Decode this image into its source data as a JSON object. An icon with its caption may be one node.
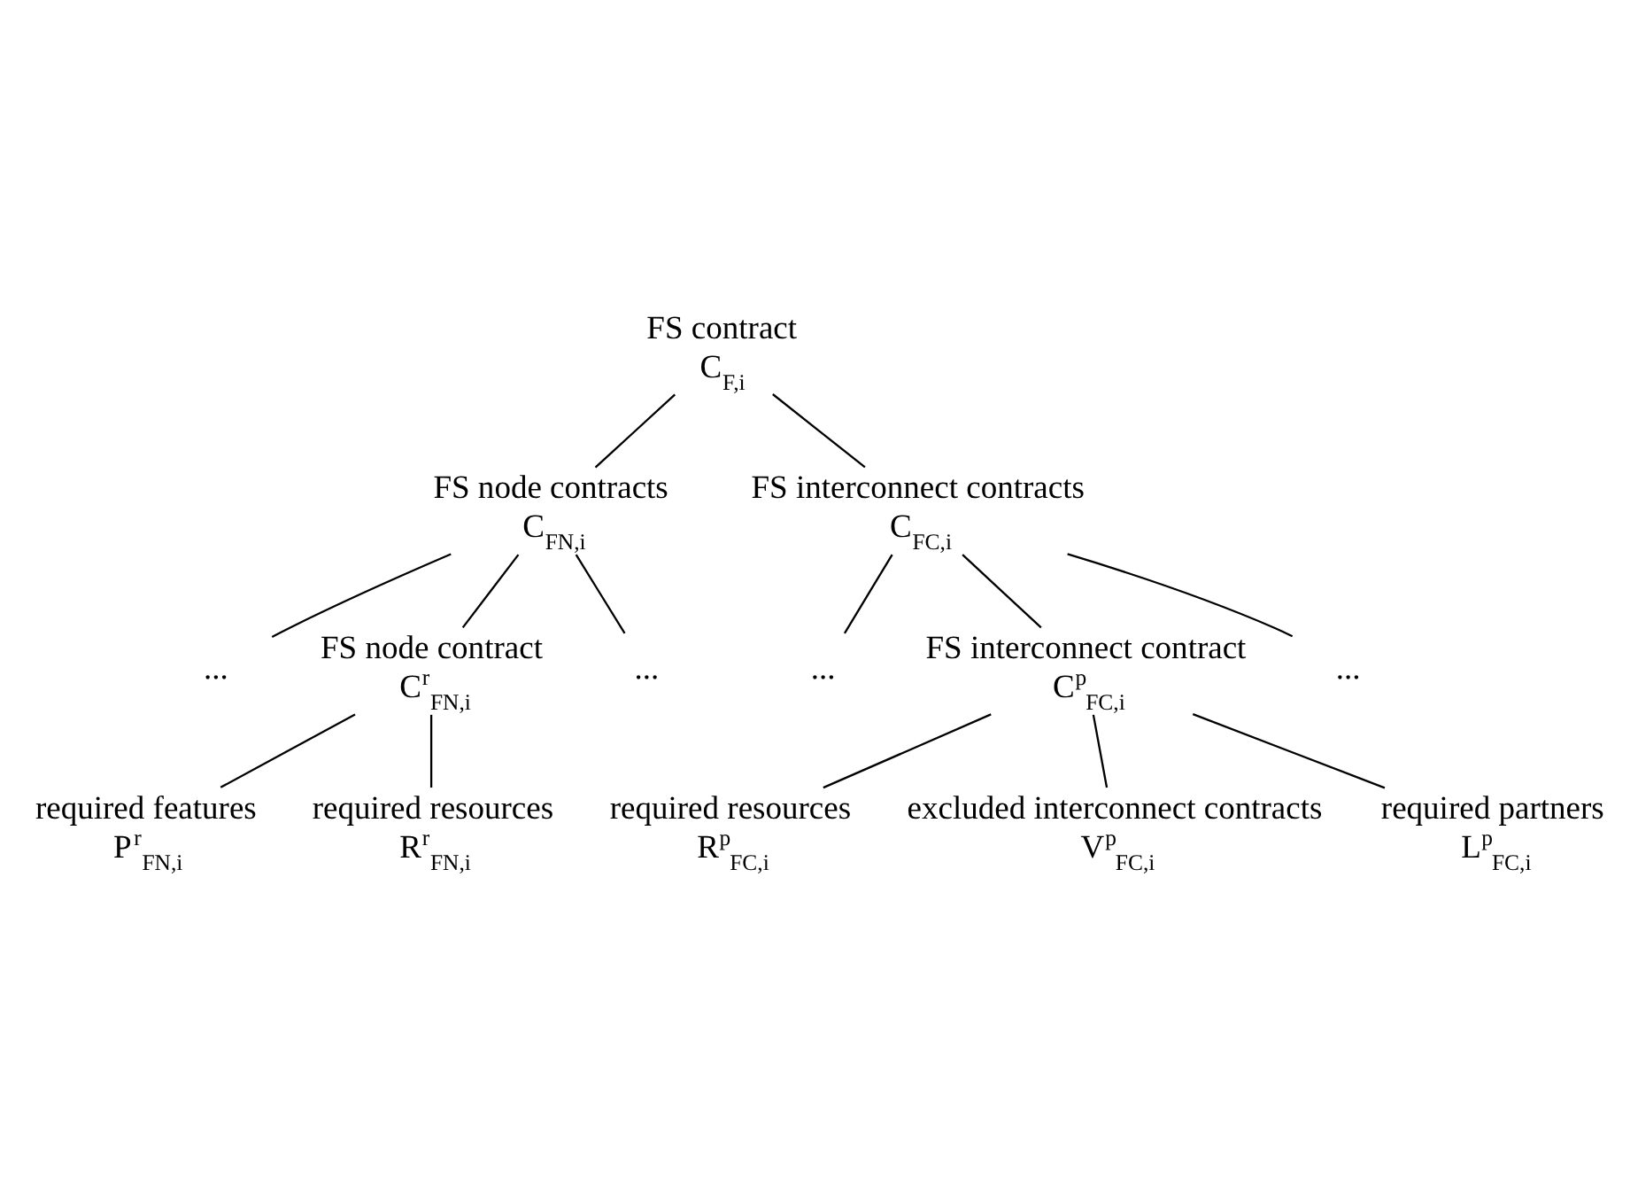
{
  "diagram": {
    "nodes": [
      {
        "text": [
          "FS contract",
          "C$_{F,i}$"
        ]
      },
      {
        "text": [
          "FS node contracts",
          "C$_{FN,i}$"
        ]
      },
      {
        "text": [
          "FS interconnect contracts",
          "C$_{FC,i}$"
        ]
      },
      {
        "text": [
          "..."
        ]
      },
      {
        "text": [
          "FS node contract",
          "C$^{r}$$_{FN,i}$"
        ]
      },
      {
        "text": [
          "..."
        ]
      },
      {
        "text": [
          "..."
        ]
      },
      {
        "text": [
          "FS interconnect contract",
          "C$^{p}$$_{FC,i}$"
        ]
      },
      {
        "text": [
          "..."
        ]
      },
      {
        "text": [
          "required features",
          "P$^{r}$$_{FN,i}$"
        ]
      },
      {
        "text": [
          "required resources",
          "R$^{r}$$_{FN,i}$"
        ]
      },
      {
        "text": [
          "required resources",
          "R$^{p}$$_{FC,i}$"
        ]
      },
      {
        "text": [
          "excluded interconnect contracts",
          "V$^{p}$$_{FC,i}$"
        ]
      },
      {
        "text": [
          "required partners",
          "L$^{p}$$_{FC,i}$"
        ]
      }
    ],
    "edges": [
      {
        "from": 0,
        "to": 1,
        "arrow": "none"
      },
      {
        "from": 0,
        "to": 2,
        "arrow": "none"
      },
      {
        "from": 1,
        "to": 3,
        "arrow": "none"
      },
      {
        "from": 1,
        "to": 4,
        "arrow": "none"
      },
      {
        "from": 1,
        "to": 5,
        "arrow": "none"
      },
      {
        "from": 2,
        "to": 6,
        "arrow": "none"
      },
      {
        "from": 2,
        "to": 7,
        "arrow": "none"
      },
      {
        "from": 2,
        "to": 8,
        "arrow": "none"
      },
      {
        "from": 4,
        "to": 9,
        "arrow": "none"
      },
      {
        "from": 4,
        "to": 10,
        "arrow": "none"
      },
      {
        "from": 7,
        "to": 11,
        "arrow": "none"
      },
      {
        "from": 7,
        "to": 12,
        "arrow": "none"
      },
      {
        "from": 7,
        "to": 13,
        "arrow": "none"
      }
    ]
  }
}
